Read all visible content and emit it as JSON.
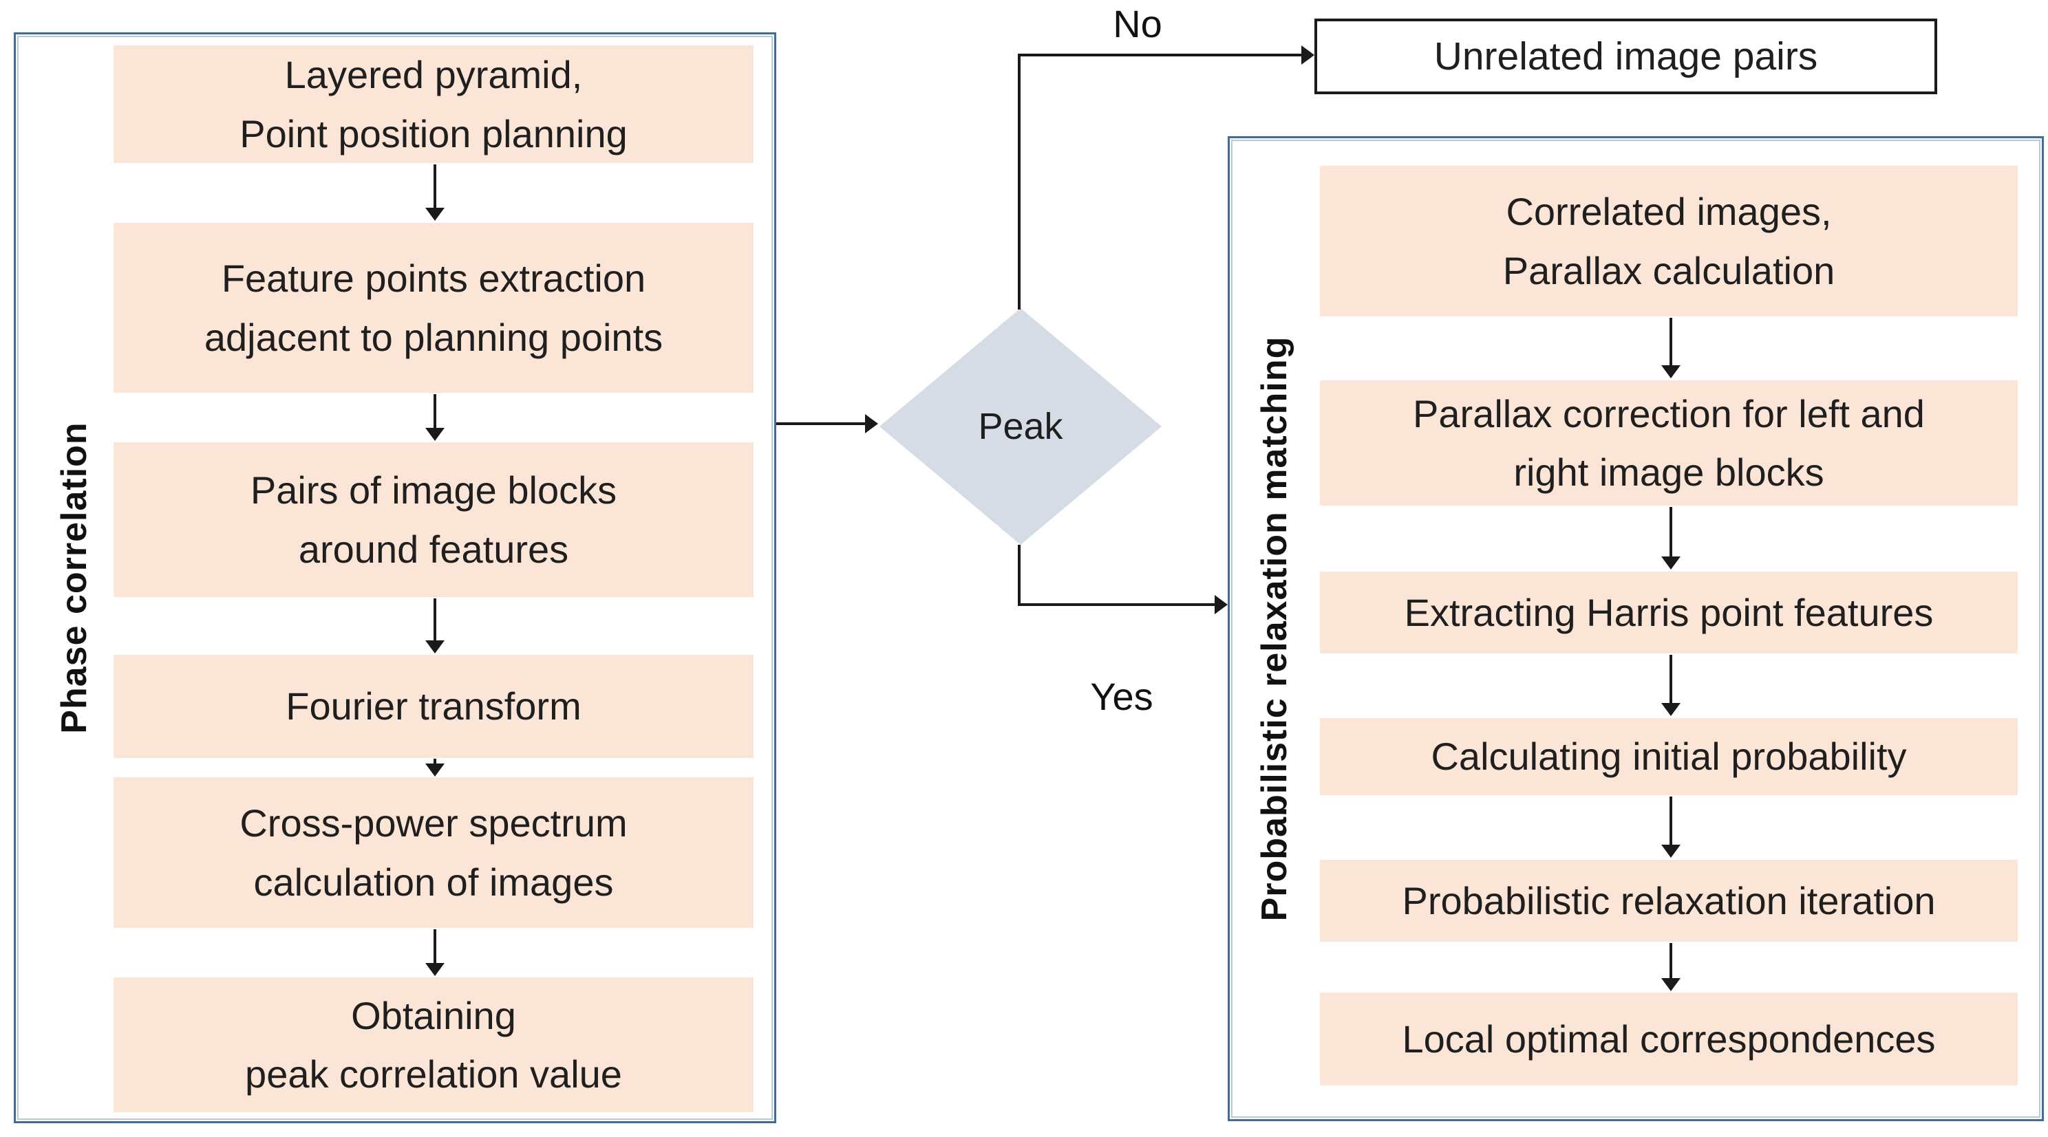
{
  "left_panel": {
    "title": "Phase correlation",
    "steps": [
      {
        "text": "Layered pyramid,\nPoint position planning"
      },
      {
        "text": "Feature points extraction\nadjacent to planning points"
      },
      {
        "text": "Pairs of image blocks\naround features"
      },
      {
        "text": "Fourier transform"
      },
      {
        "text": "Cross-power spectrum\ncalculation of images"
      },
      {
        "text": "Obtaining\npeak correlation value"
      }
    ]
  },
  "decision": {
    "label": "Peak",
    "no_label": "No",
    "yes_label": "Yes"
  },
  "unrelated_box": {
    "label": "Unrelated image pairs"
  },
  "right_panel": {
    "title": "Probabilistic relaxation matching",
    "steps": [
      {
        "text": "Correlated images,\nParallax calculation"
      },
      {
        "text": "Parallax correction for left and\nright image blocks"
      },
      {
        "text": "Extracting Harris point features"
      },
      {
        "text": "Calculating initial probability"
      },
      {
        "text": "Probabilistic relaxation iteration"
      },
      {
        "text": "Local optimal correspondences"
      }
    ]
  },
  "colors": {
    "step_fill": "#fbe5d6",
    "diamond_fill": "#d6dce5",
    "panel_border": "#3f6c9f",
    "line_color": "#1a1a1a",
    "text_color": "#1f1f1f"
  }
}
